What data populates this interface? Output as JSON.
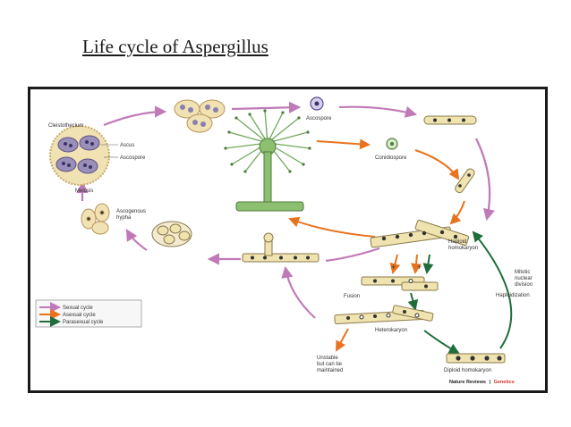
{
  "slide": {
    "title": "Life cycle of Aspergillus"
  },
  "labels": {
    "ascospore_top": "Ascospore",
    "cleistothecium": "Cleistothecium",
    "ascus": "Ascus",
    "ascospore": "Ascospore",
    "meiosis": "Meiosis",
    "ascogenous_hypha_1": "Ascogenous",
    "ascogenous_hypha_2": "hypha",
    "conidiospore": "Conidiospore",
    "haploid_1": "Haploid",
    "haploid_2": "homokaryon",
    "mitotic_1": "Mitotic",
    "mitotic_2": "nuclear",
    "mitotic_3": "division",
    "haploidization": "Haploidization",
    "fusion": "Fusion",
    "heterokaryon": "Heterokaryon",
    "unstable_1": "Unstable",
    "unstable_2": "but can be",
    "unstable_3": "maintained",
    "diploid": "Diploid homokaryon",
    "plus": "+"
  },
  "legend": {
    "items": [
      {
        "label": "Sexual cycle",
        "color": "#c07ab8"
      },
      {
        "label": "Asexual cycle",
        "color": "#e8731f"
      },
      {
        "label": "Parasexual cycle",
        "color": "#1f6e3a"
      }
    ]
  },
  "credit": {
    "source": "Nature Reviews",
    "separator": "|",
    "journal": "Genetics"
  },
  "colors": {
    "sexual": "#c07ab8",
    "asexual": "#e8731f",
    "parasexual": "#1f6e3a",
    "cell": "#efe3b0",
    "conidiophore": "#6fa85a"
  }
}
